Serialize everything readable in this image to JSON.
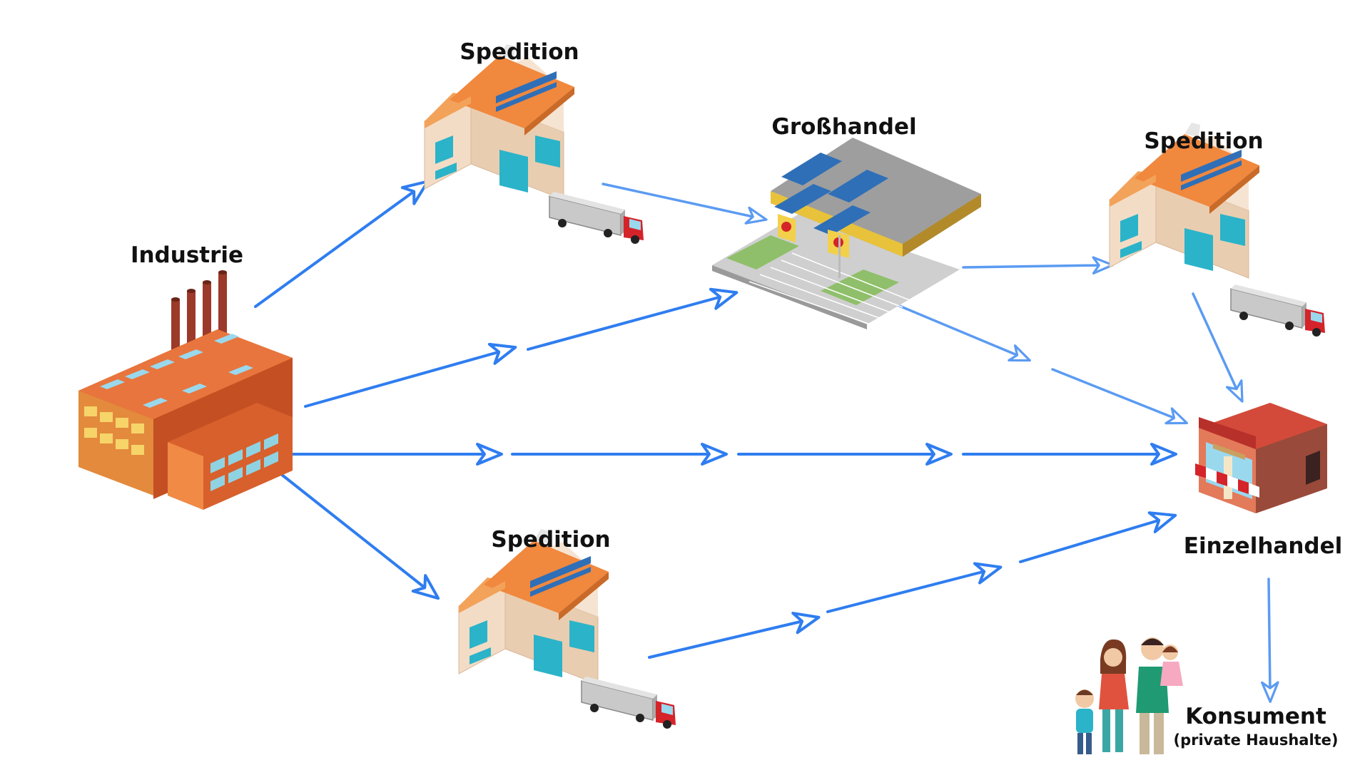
{
  "diagram": {
    "colors": {
      "arrow": "#2f7df0",
      "arrow_light": "#5b9bf2",
      "roof": "#f0883e",
      "wall": "#f3dcc5",
      "glass": "#2bb3c9",
      "factory_brick": "#d8602c",
      "truck_cab": "#d5232a"
    },
    "nodes": {
      "industrie": {
        "label": "Industrie",
        "icon": "factory-icon"
      },
      "spedition_top": {
        "label": "Spedition",
        "icon": "warehouse-icon"
      },
      "grosshandel": {
        "label": "Großhandel",
        "icon": "wholesale-market-icon"
      },
      "spedition_right": {
        "label": "Spedition",
        "icon": "warehouse-icon"
      },
      "spedition_bottom": {
        "label": "Spedition",
        "icon": "warehouse-icon"
      },
      "einzelhandel": {
        "label": "Einzelhandel",
        "icon": "shop-icon"
      },
      "konsument": {
        "label": "Konsument",
        "sublabel": "(private Haushalte)",
        "icon": "family-icon"
      }
    }
  }
}
